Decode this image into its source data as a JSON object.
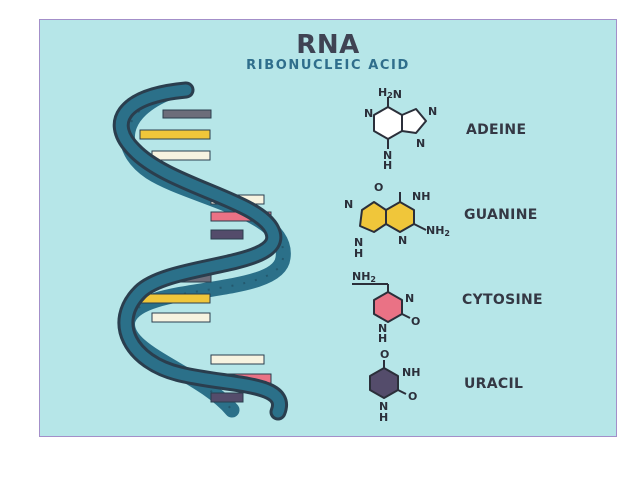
{
  "title": "RNA",
  "subtitle": "RIBONUCLEIC ACID",
  "colors": {
    "background": "#b6e6e8",
    "border": "#a38fc9",
    "strand": "#2b7089",
    "strand_dark": "#2a3e4e",
    "adenine": "#6d6d7a",
    "guanine": "#f0c63a",
    "cytosine": "#ea7285",
    "uracil": "#544c6b",
    "pale_rung": "#f7f3e0"
  },
  "bases": [
    {
      "name": "ADEINE",
      "icon": "adenine-molecule-icon",
      "color": "#ffffff",
      "atoms": {
        "amine": "H2N",
        "n1": "N",
        "n2": "N",
        "n3": "N",
        "nh": "N",
        "h": "H"
      }
    },
    {
      "name": "GUANINE",
      "icon": "guanine-molecule-icon",
      "color": "#f0c63a",
      "atoms": {
        "o": "O",
        "nh_top": "NH",
        "n_left": "N",
        "n_bottom": "N",
        "amine": "NH2",
        "nh": "N",
        "h": "H"
      }
    },
    {
      "name": "CYTOSINE",
      "icon": "cytosine-molecule-icon",
      "color": "#ea7285",
      "atoms": {
        "amine": "NH2",
        "n": "N",
        "o": "O",
        "nh": "N",
        "h": "H"
      }
    },
    {
      "name": "URACIL",
      "icon": "uracil-molecule-icon",
      "color": "#544c6b",
      "atoms": {
        "o_top": "O",
        "nh_top": "NH",
        "o": "O",
        "nh": "N",
        "h": "H"
      }
    }
  ]
}
